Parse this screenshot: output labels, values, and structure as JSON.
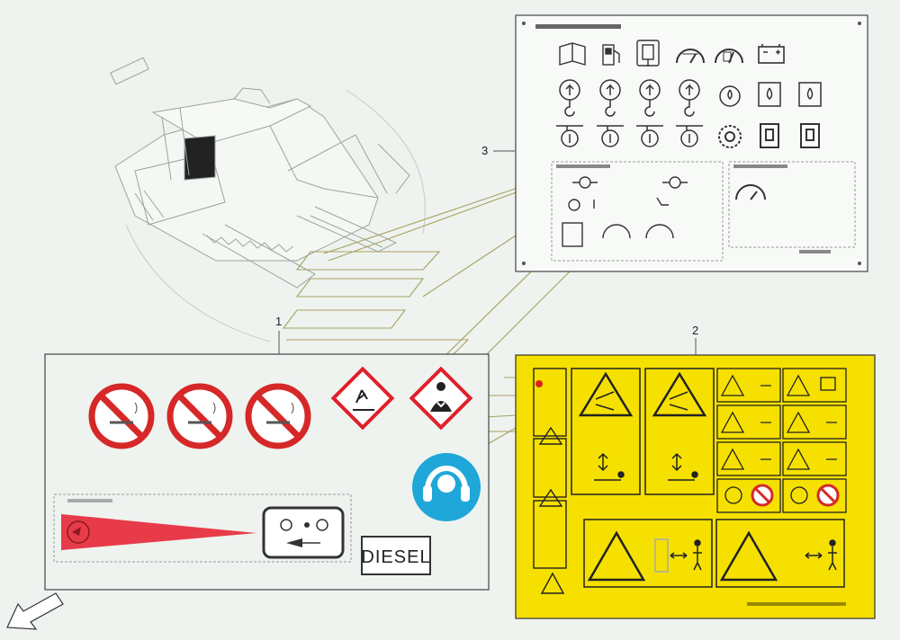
{
  "callouts": {
    "one": "1",
    "two": "2",
    "three": "3"
  },
  "panel1": {
    "diesel_label": "DIESEL",
    "colors": {
      "prohibition_red": "#d62828",
      "ghs_red": "#e0202a",
      "ear_protection_blue": "#1ea7d8",
      "wedge_red": "#e83b4a"
    },
    "icons": [
      "no-smoking-icon",
      "no-smoking-icon",
      "no-smoking-icon",
      "environment-hazard-icon",
      "health-hazard-icon",
      "ear-protection-icon"
    ]
  },
  "panel2": {
    "background": "#f5e000",
    "icons": [
      "crush-hazard-icon",
      "person-keep-distance-icon",
      "warning-triangle-icon",
      "no-touch-icon"
    ]
  },
  "panel3": {
    "icons": [
      "manual-icon",
      "fuel-icon",
      "hydraulic-filter-icon",
      "speedometer-icon",
      "battery-icon",
      "lifting-point-icon",
      "oil-icon",
      "tie-down-icon",
      "gear-icon"
    ]
  }
}
